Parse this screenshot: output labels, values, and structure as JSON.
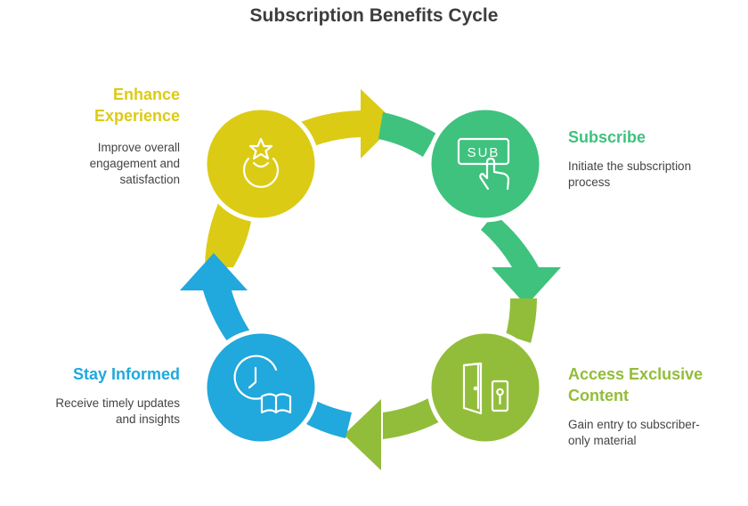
{
  "title": "Subscription Benefits Cycle",
  "steps": [
    {
      "label_lines": [
        "Subscribe"
      ],
      "desc_lines": [
        "Initiate the subscription",
        "process"
      ],
      "color": "#3ec27e",
      "icon": "sub-button-tap-icon",
      "icon_text": "SUB"
    },
    {
      "label_lines": [
        "Access Exclusive",
        "Content"
      ],
      "desc_lines": [
        "Gain entry to subscriber-",
        "only material"
      ],
      "color": "#92bd3a",
      "icon": "door-lock-icon"
    },
    {
      "label_lines": [
        "Stay Informed"
      ],
      "desc_lines": [
        "Receive timely updates",
        "and insights"
      ],
      "color": "#21a8dc",
      "icon": "clock-book-icon"
    },
    {
      "label_lines": [
        "Enhance",
        "Experience"
      ],
      "desc_lines": [
        "Improve overall",
        "engagement and",
        "satisfaction"
      ],
      "color": "#dccb15",
      "icon": "star-person-icon"
    }
  ]
}
